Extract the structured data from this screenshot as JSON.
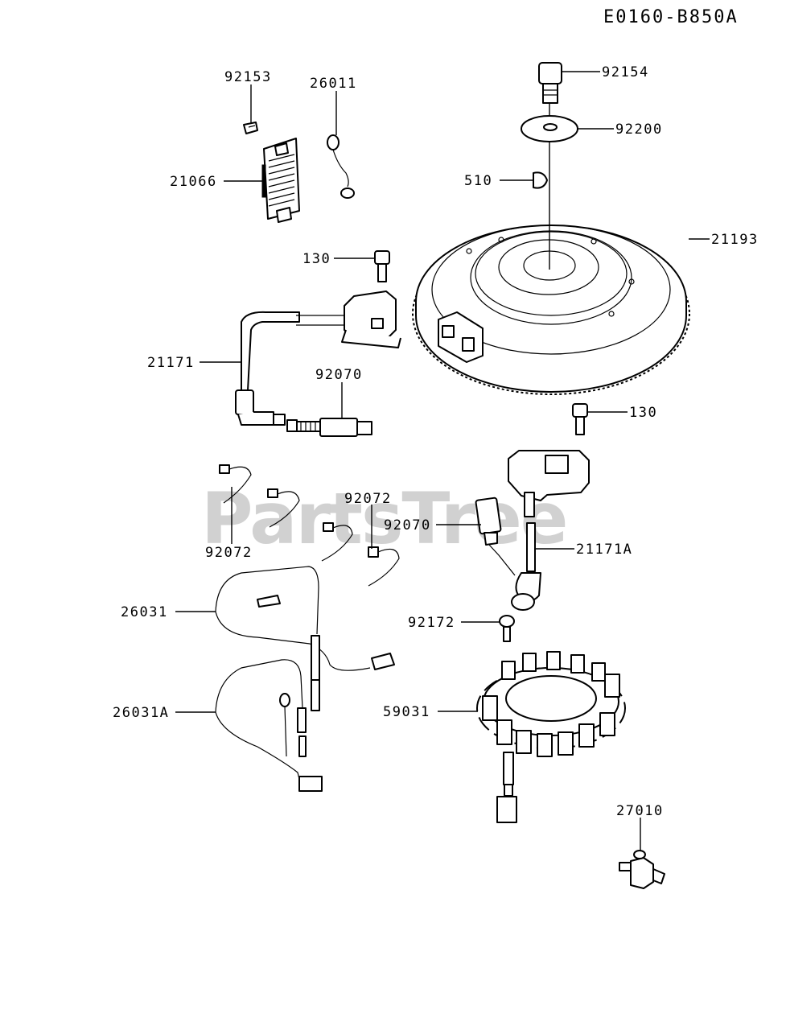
{
  "diagram_code": "E0160-B850A",
  "watermark": "PartsTree",
  "part_labels": {
    "p92154": "92154",
    "p92200": "92200",
    "p510": "510",
    "p21193": "21193",
    "p92153": "92153",
    "p26011": "26011",
    "p21066": "21066",
    "p130a": "130",
    "p21171": "21171",
    "p92070a": "92070",
    "p130b": "130",
    "p92072a": "92072",
    "p92072b": "92072",
    "p92070b": "92070",
    "p21171A": "21171A",
    "p26031": "26031",
    "p92172": "92172",
    "p26031A": "26031A",
    "p59031": "59031",
    "p27010": "27010"
  }
}
